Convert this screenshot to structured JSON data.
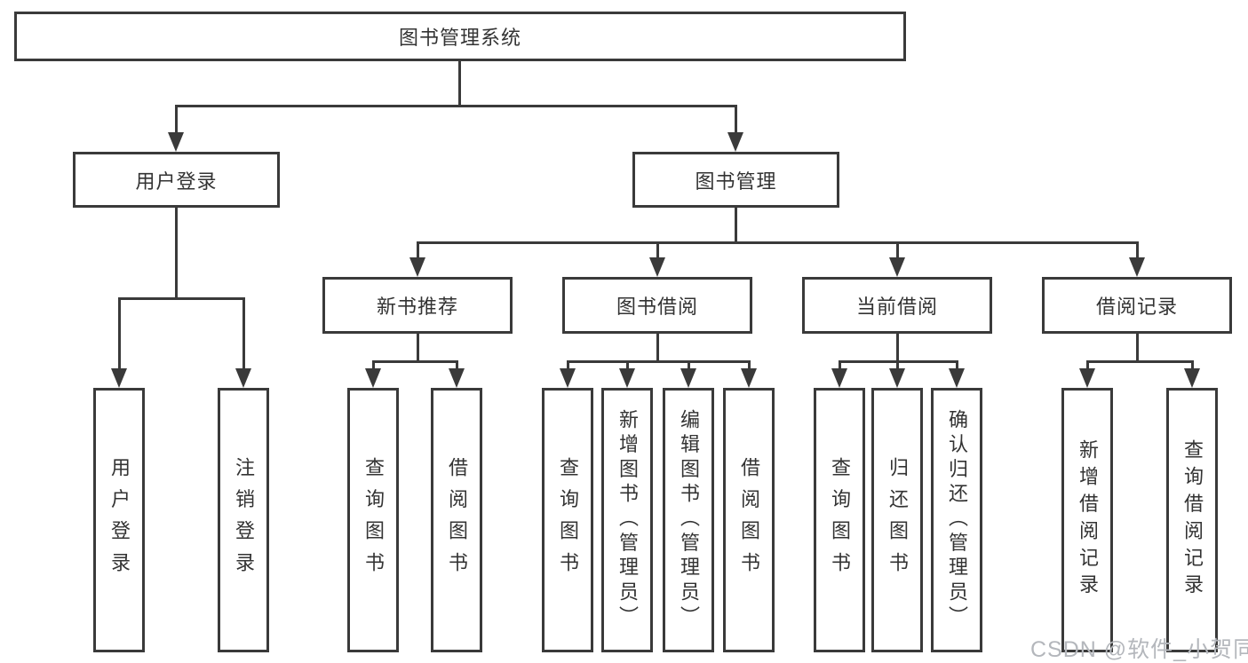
{
  "tree": {
    "root": "图书管理系统",
    "login": {
      "label": "用户登录",
      "children": [
        "用户登录",
        "注销登录"
      ]
    },
    "management": {
      "label": "图书管理",
      "groups": [
        {
          "label": "新书推荐",
          "children": [
            "查询图书",
            "借阅图书"
          ]
        },
        {
          "label": "图书借阅",
          "children": [
            "查询图书",
            "新增图书（管理员）",
            "编辑图书（管理员）",
            "借阅图书"
          ]
        },
        {
          "label": "当前借阅",
          "children": [
            "查询图书",
            "归还图书",
            "确认归还（管理员）"
          ]
        },
        {
          "label": "借阅记录",
          "children": [
            "新增借阅记录",
            "查询借阅记录"
          ]
        }
      ]
    }
  },
  "watermark": "CSDN @软件_小贺同学",
  "colors": {
    "line": "#3a3a3a",
    "text": "#333333",
    "box_background": "#ffffff",
    "page_background": "#ffffff",
    "watermark": "#b4b7bc"
  }
}
